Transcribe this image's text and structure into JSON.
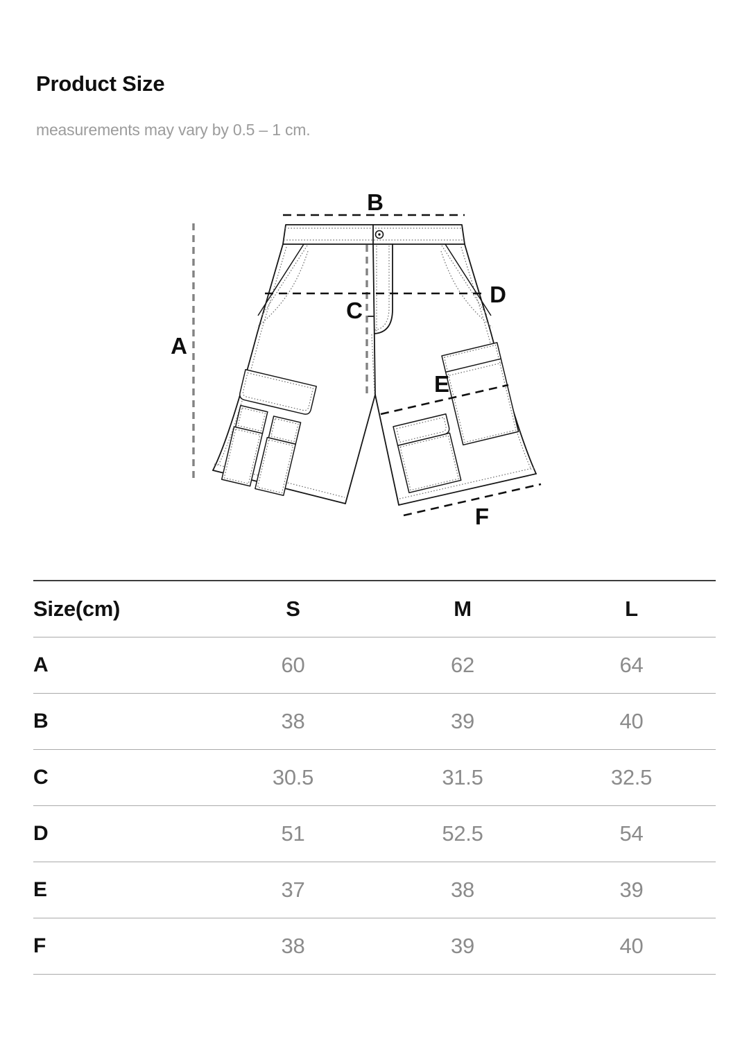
{
  "header": {
    "title": "Product Size",
    "subtitle": "measurements may vary by 0.5 – 1 cm."
  },
  "diagram": {
    "labels": {
      "a": "A",
      "b": "B",
      "c": "C",
      "d": "D",
      "e": "E",
      "f": "F"
    }
  },
  "size_table": {
    "columns": [
      "Size(cm)",
      "S",
      "M",
      "L"
    ],
    "rows": [
      {
        "label": "A",
        "values": [
          "60",
          "62",
          "64"
        ]
      },
      {
        "label": "B",
        "values": [
          "38",
          "39",
          "40"
        ]
      },
      {
        "label": "C",
        "values": [
          "30.5",
          "31.5",
          "32.5"
        ]
      },
      {
        "label": "D",
        "values": [
          "51",
          "52.5",
          "54"
        ]
      },
      {
        "label": "E",
        "values": [
          "37",
          "38",
          "39"
        ]
      },
      {
        "label": "F",
        "values": [
          "38",
          "39",
          "40"
        ]
      }
    ]
  },
  "colors": {
    "text": "#111111",
    "value_gray": "#8b8b8b",
    "subtitle_gray": "#9c9c9c",
    "sketch_line": "#161616",
    "table_border_strong": "#3c3c3c",
    "table_border_light": "#a9a9a9"
  }
}
